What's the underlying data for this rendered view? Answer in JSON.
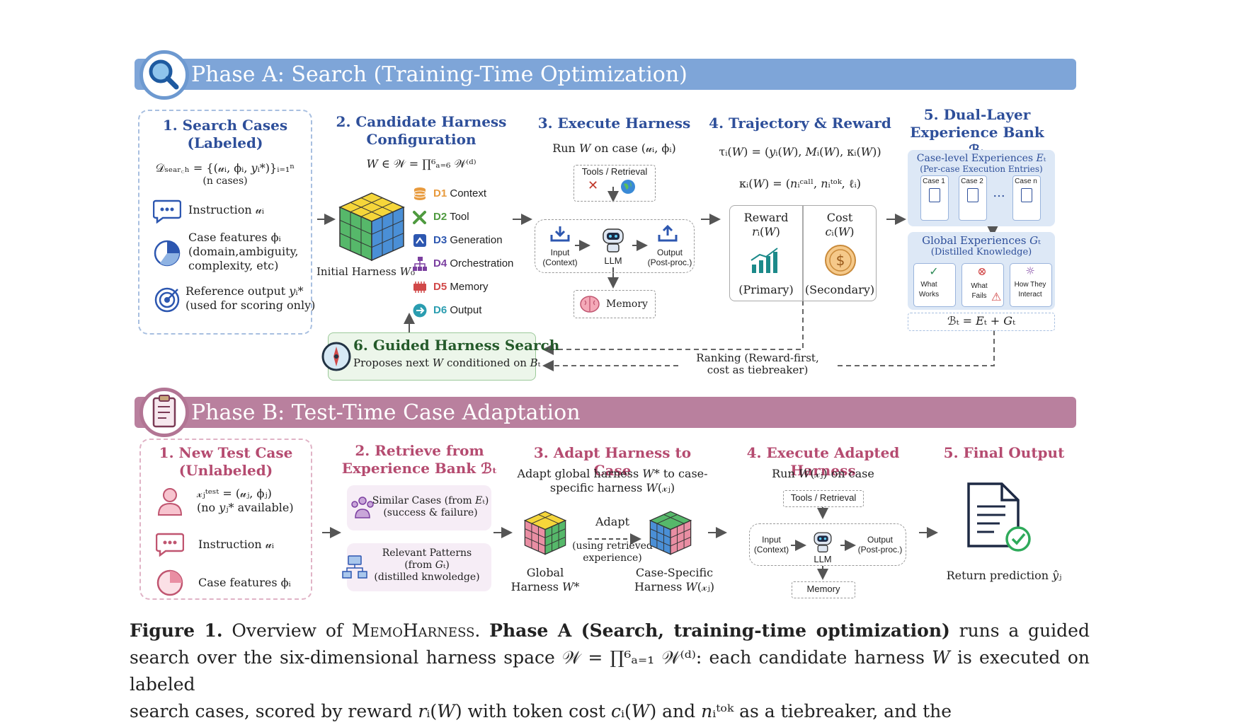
{
  "phaseA": {
    "banner": "Phase A: Search (Training-Time Optimization)",
    "s1": {
      "title": [
        "1. Search Cases",
        "(Labeled)"
      ],
      "formula": "𝒟ₛₑₐᵣ꜀ₕ = {(𝓊ᵢ, ϕᵢ, 𝑦ᵢ*)}ᵢ₌₁ⁿ",
      "formula_note": "(n cases)",
      "items": [
        {
          "label": "Instruction 𝓊ᵢ",
          "icon": "chat-bubble-icon"
        },
        {
          "label": "Case features ϕᵢ",
          "note": [
            "(domain,ambiguity,",
            "complexity, etc)"
          ],
          "icon": "pie-chart-icon"
        },
        {
          "label": "Reference output 𝑦ᵢ*",
          "note": [
            "(used for scoring only)"
          ],
          "icon": "target-icon"
        }
      ]
    },
    "s2": {
      "title": [
        "2. Candidate Harness",
        "Configuration"
      ],
      "formula": "𝑊 ∈ 𝒲 = ∏⁶ₐ₌₆ 𝒲⁽ᵈ⁾",
      "initial": "Initial Harness 𝑊₀",
      "dims": [
        {
          "code": "D1",
          "name": "Context",
          "color": "#e89a3c"
        },
        {
          "code": "D2",
          "name": "Tool",
          "color": "#4f9a3f"
        },
        {
          "code": "D3",
          "name": "Generation",
          "color": "#2d57b0"
        },
        {
          "code": "D4",
          "name": "Orchestration",
          "color": "#7b3fa0"
        },
        {
          "code": "D5",
          "name": "Memory",
          "color": "#d14848"
        },
        {
          "code": "D6",
          "name": "Output",
          "color": "#2a9db0"
        }
      ]
    },
    "s3": {
      "title": "3. Execute Harness",
      "run": "Run 𝑊 on case (𝓊ᵢ, ϕᵢ)",
      "tools": "Tools / Retrieval",
      "input": [
        "Input",
        "(Context)"
      ],
      "llm": "LLM",
      "output": [
        "Output",
        "(Post-proc.)"
      ],
      "memory": "Memory"
    },
    "s4": {
      "title": "4. Trajectory & Reward",
      "tau": "τᵢ(𝑊) = (𝑦ᵢ(𝑊), 𝑀ᵢ(𝑊), κᵢ(𝑊))",
      "kappa": "κᵢ(𝑊) = (𝑛ᵢᶜᵃˡˡ, 𝑛ᵢᵗᵒᵏ, ℓᵢ)",
      "reward": [
        "Reward",
        "𝑟ᵢ(𝑊)",
        "(Primary)"
      ],
      "cost": [
        "Cost",
        "𝑐ᵢ(𝑊)",
        "(Secondary)"
      ]
    },
    "s5": {
      "title": [
        "5. Dual-Layer",
        "Experience Bank ℬₜ"
      ],
      "case_level": "Case-level Experiences 𝐸ₜ",
      "case_note": "(Per-case Execution Entries)",
      "cases": [
        "Case 1",
        "Case 2",
        "Case n"
      ],
      "ellipsis": "...",
      "global": "Global Experiences 𝐺ₜ",
      "global_note": "(Distilled Knowledge)",
      "g_items": [
        [
          "What",
          "Works"
        ],
        [
          "What",
          "Fails"
        ],
        [
          "How They",
          "Interact"
        ]
      ],
      "formula": "ℬₜ = 𝐸ₜ + 𝐺ₜ"
    },
    "s6": {
      "title": "6. Guided Harness Search",
      "sub": "Proposes next 𝑊 conditioned on 𝐵ₜ"
    },
    "ranking": [
      "Ranking (Reward-first,",
      "cost as tiebreaker)"
    ]
  },
  "phaseB": {
    "banner": "Phase B: Test-Time Case Adaptation",
    "s1": {
      "title": [
        "1. New Test Case",
        "(Unlabeled)"
      ],
      "formula": "𝓍ⱼᵗᵉˢᵗ = (𝓊ⱼ, ϕⱼ)",
      "formula_note": "(no 𝑦ⱼ* available)",
      "instr": "Instruction 𝓊ᵢ",
      "feat": "Case features ϕᵢ"
    },
    "s2": {
      "title": [
        "2. Retrieve from",
        "Experience Bank ℬₜ"
      ],
      "similar": [
        "Similar Cases (from 𝐸ₜ)",
        "(success & failure)"
      ],
      "patterns": [
        "Relevant Patterns",
        "(from 𝐺ₜ)",
        "(distilled knwoledge)"
      ]
    },
    "s3": {
      "title": "3. Adapt Harness to Case",
      "desc": [
        "Adapt global harness 𝑊* to case-",
        "specific harness 𝑊(𝓍ⱼ)"
      ],
      "adapt": "Adapt",
      "adapt_note": [
        "(using retrieved",
        "experience)"
      ],
      "global": [
        "Global",
        "Harness 𝑊*"
      ],
      "specific": [
        "Case-Specific",
        "Harness 𝑊(𝓍ⱼ)"
      ]
    },
    "s4": {
      "title": "4. Execute Adapted Harness",
      "run": "Run 𝑊(𝓍ⱼ) on case",
      "tools": "Tools / Retrieval",
      "input": [
        "Input",
        "(Context)"
      ],
      "llm": "LLM",
      "output": [
        "Output",
        "(Post-proc.)"
      ],
      "memory": "Memory"
    },
    "s5": {
      "title": "5. Final Output",
      "ret": "Return prediction 𝑦̂ⱼ"
    }
  },
  "caption": {
    "label": "Figure 1.",
    "t1": " Overview of ",
    "name": "MemoHarness",
    "t2": ". ",
    "bold": "Phase A (Search, training-time optimization)",
    "t3": " runs a guided search over the six-dimensional harness space 𝒲 = ∏⁶ₐ₌₁ 𝒲⁽ᵈ⁾: each candidate harness 𝑊 is executed on labeled",
    "line3": "search cases, scored by reward 𝑟ᵢ(𝑊) with token cost 𝑐ᵢ(𝑊) and 𝑛ᵢᵗᵒᵏ as a tiebreaker, and the"
  }
}
